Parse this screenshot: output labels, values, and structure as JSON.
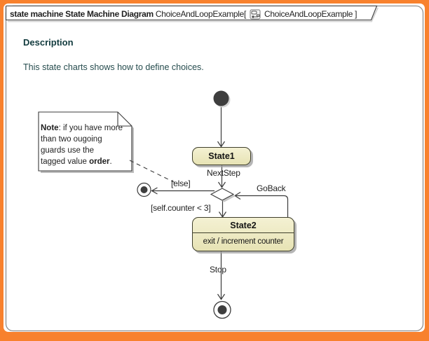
{
  "colors": {
    "page_border_orange": "#f8812d",
    "state_fill": "#ebe7bb",
    "heading_teal": "#123b3e",
    "shadow_gray": "#bdbdbd"
  },
  "frame_title": {
    "keyword_and_type": "state machine State Machine Diagram",
    "context": "ChoiceAndLoopExample[",
    "reference": "ChoiceAndLoopExample ]"
  },
  "description": {
    "heading": "Description",
    "body": "This state charts shows how to define choices."
  },
  "note": {
    "line1_bold": "Note",
    "line1_rest": ": if you have more",
    "line2": "than two ougoing",
    "line3": "guards use the",
    "line4_pre": "tagged value ",
    "line4_bold": "order",
    "line4_post": "."
  },
  "diagram": {
    "state1": {
      "name": "State1"
    },
    "state2": {
      "name": "State2",
      "internal_activity": "exit / increment counter"
    },
    "transitions": {
      "nextstep": "NextStep",
      "else_guard": "[else]",
      "counter_guard": "[self.counter < 3]",
      "goback": "GoBack",
      "stop": "Stop"
    }
  }
}
